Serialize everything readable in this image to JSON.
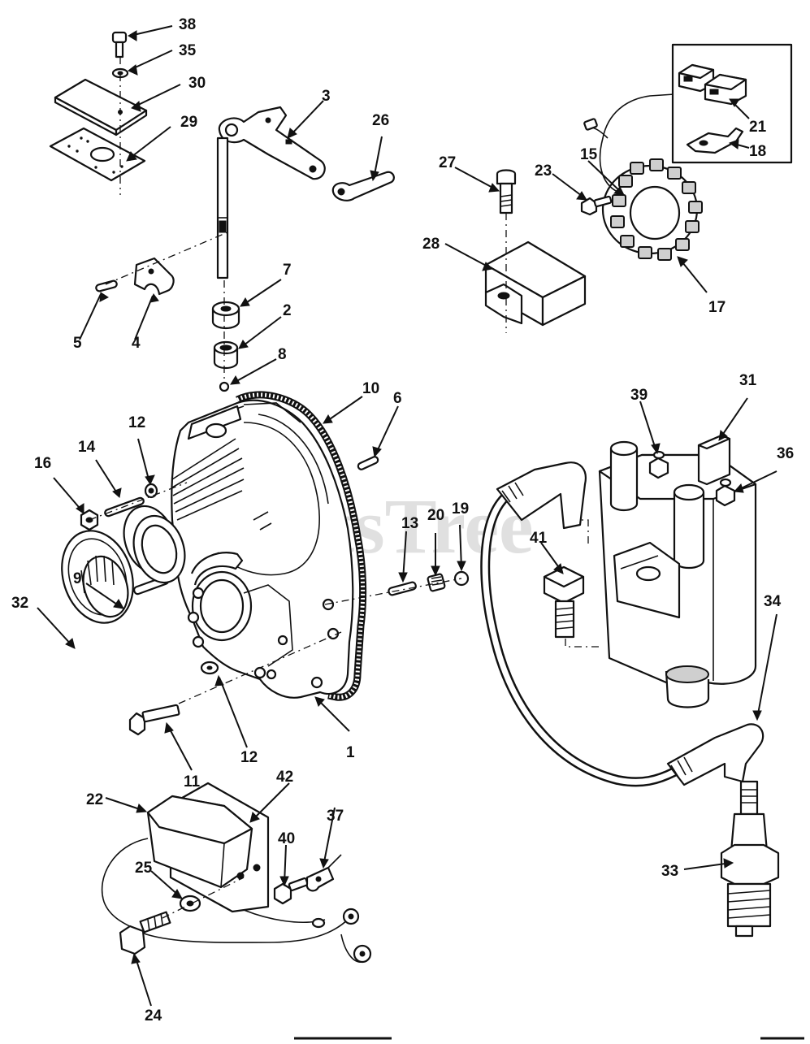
{
  "watermark": "PartsTree",
  "callouts": [
    {
      "id": "c38",
      "text": "38"
    },
    {
      "id": "c35",
      "text": "35"
    },
    {
      "id": "c30",
      "text": "30"
    },
    {
      "id": "c29",
      "text": "29"
    },
    {
      "id": "c3",
      "text": "3"
    },
    {
      "id": "c26",
      "text": "26"
    },
    {
      "id": "c7",
      "text": "7"
    },
    {
      "id": "c2",
      "text": "2"
    },
    {
      "id": "c8",
      "text": "8"
    },
    {
      "id": "c5",
      "text": "5"
    },
    {
      "id": "c4",
      "text": "4"
    },
    {
      "id": "c10",
      "text": "10"
    },
    {
      "id": "c6",
      "text": "6"
    },
    {
      "id": "c12a",
      "text": "12"
    },
    {
      "id": "c14",
      "text": "14"
    },
    {
      "id": "c16",
      "text": "16"
    },
    {
      "id": "c13",
      "text": "13"
    },
    {
      "id": "c20",
      "text": "20"
    },
    {
      "id": "c19",
      "text": "19"
    },
    {
      "id": "c9",
      "text": "9"
    },
    {
      "id": "c32",
      "text": "32"
    },
    {
      "id": "c1",
      "text": "1"
    },
    {
      "id": "c12b",
      "text": "12"
    },
    {
      "id": "c11",
      "text": "11"
    },
    {
      "id": "c22",
      "text": "22"
    },
    {
      "id": "c42",
      "text": "42"
    },
    {
      "id": "c40",
      "text": "40"
    },
    {
      "id": "c37",
      "text": "37"
    },
    {
      "id": "c25",
      "text": "25"
    },
    {
      "id": "c24",
      "text": "24"
    },
    {
      "id": "c27",
      "text": "27"
    },
    {
      "id": "c28",
      "text": "28"
    },
    {
      "id": "c23",
      "text": "23"
    },
    {
      "id": "c15",
      "text": "15"
    },
    {
      "id": "c21",
      "text": "21"
    },
    {
      "id": "c18",
      "text": "18"
    },
    {
      "id": "c17",
      "text": "17"
    },
    {
      "id": "c39",
      "text": "39"
    },
    {
      "id": "c31",
      "text": "31"
    },
    {
      "id": "c36",
      "text": "36"
    },
    {
      "id": "c41",
      "text": "41"
    },
    {
      "id": "c34",
      "text": "34"
    },
    {
      "id": "c33",
      "text": "33"
    }
  ]
}
